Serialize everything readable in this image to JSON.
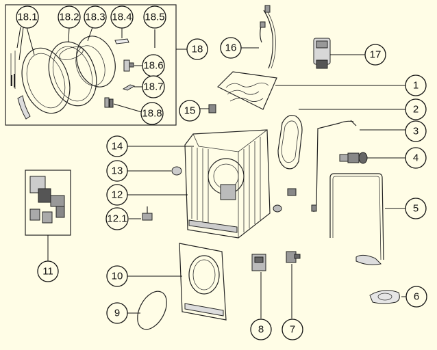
{
  "callouts": {
    "c18_1": "18.1",
    "c18_2": "18.2",
    "c18_3": "18.3",
    "c18_4": "18.4",
    "c18_5": "18.5",
    "c18_6": "18.6",
    "c18_7": "18.7",
    "c18_8": "18.8",
    "c18": "18",
    "c16": "16",
    "c17": "17",
    "c1": "1",
    "c2": "2",
    "c3": "3",
    "c4": "4",
    "c5": "5",
    "c6": "6",
    "c7": "7",
    "c8": "8",
    "c9": "9",
    "c10": "10",
    "c11": "11",
    "c12": "12",
    "c12_1": "12.1",
    "c13": "13",
    "c14": "14",
    "c15": "15"
  },
  "colors": {
    "background": "#fffde6",
    "line": "#111111"
  }
}
